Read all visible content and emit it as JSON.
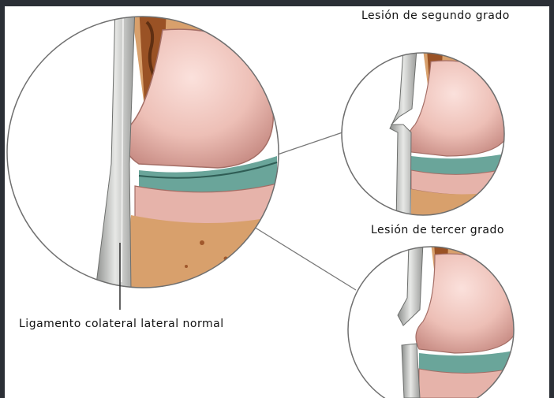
{
  "labels": {
    "second_degree": "Lesión de segundo grado",
    "third_degree": "Lesión de tercer grado",
    "normal": "Ligamento colateral lateral normal"
  },
  "colors": {
    "frame": "#2b2f36",
    "background": "#ffffff",
    "cartilage": "#e8b8b0",
    "bone": "#d7a271",
    "marrow": "#a0582c",
    "ligament": "#c7c8c6",
    "meniscus": "#6aa59a",
    "outline": "#555555"
  }
}
